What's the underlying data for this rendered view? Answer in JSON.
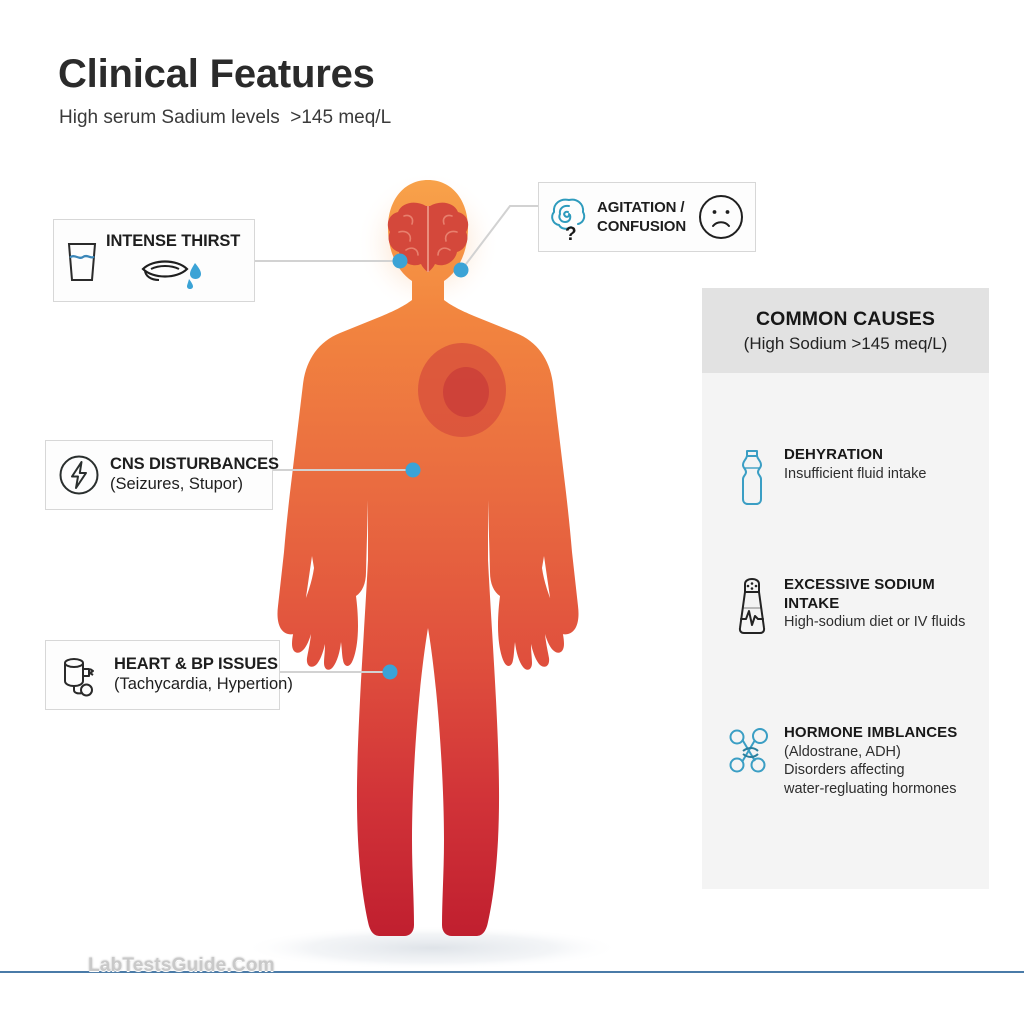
{
  "header": {
    "title": "Clinical Features",
    "subtitle": "High serum Sadium levels  >145 meq/L"
  },
  "callouts": [
    {
      "id": "thirst",
      "title": "INTENSE THIRST",
      "sub": "",
      "icons": [
        "water-glass-icon",
        "thirsty-mouth-droplet-icon"
      ]
    },
    {
      "id": "agitation",
      "line1": "AGITATION /",
      "line2": "CONFUSION",
      "icons": [
        "brain-swirl-question-icon",
        "sad-face-icon"
      ]
    },
    {
      "id": "cns",
      "title": "CNS DISTURBANCES",
      "sub": "(Seizures, Stupor)",
      "icons": [
        "lightning-bolt-circle-icon"
      ]
    },
    {
      "id": "bp",
      "title": "HEART & BP ISSUES",
      "sub": "(Tachycardia, Hypertion)",
      "icons": [
        "blood-pressure-cuff-icon"
      ]
    }
  ],
  "causes_panel": {
    "title": "COMMON CAUSES",
    "subtitle": "(High Sodium >145 meq/L)",
    "items": [
      {
        "icon": "water-bottle-icon",
        "title": "DEHYRATION",
        "desc_lines": [
          "Insufficient fluid intake"
        ]
      },
      {
        "icon": "salt-shaker-icon",
        "title_lines": [
          "EXCESSIVE SODIUM",
          "INTAKE"
        ],
        "desc_lines": [
          "High-sodium diet or IV fluids"
        ]
      },
      {
        "icon": "hormone-molecule-icon",
        "title": "HORMONE IMBLANCES",
        "desc_lines": [
          "(Aldostrane, ADH)",
          "Disorders affecting",
          "water-regluating hormones"
        ]
      }
    ]
  },
  "footer": {
    "watermark": "LabTestsGuide.Com"
  },
  "colors": {
    "body_top": "#f5943f",
    "body_mid": "#e8613f",
    "body_bottom": "#c62032",
    "brain": "#d24a3c",
    "accent_dot": "#2f9fd0",
    "teal_icon": "#2e9bbd",
    "panel_bg": "#f4f4f4",
    "panel_header_bg": "#e2e2e2",
    "footer_line": "#4a7ba8",
    "connector": "#cfcfcf"
  }
}
